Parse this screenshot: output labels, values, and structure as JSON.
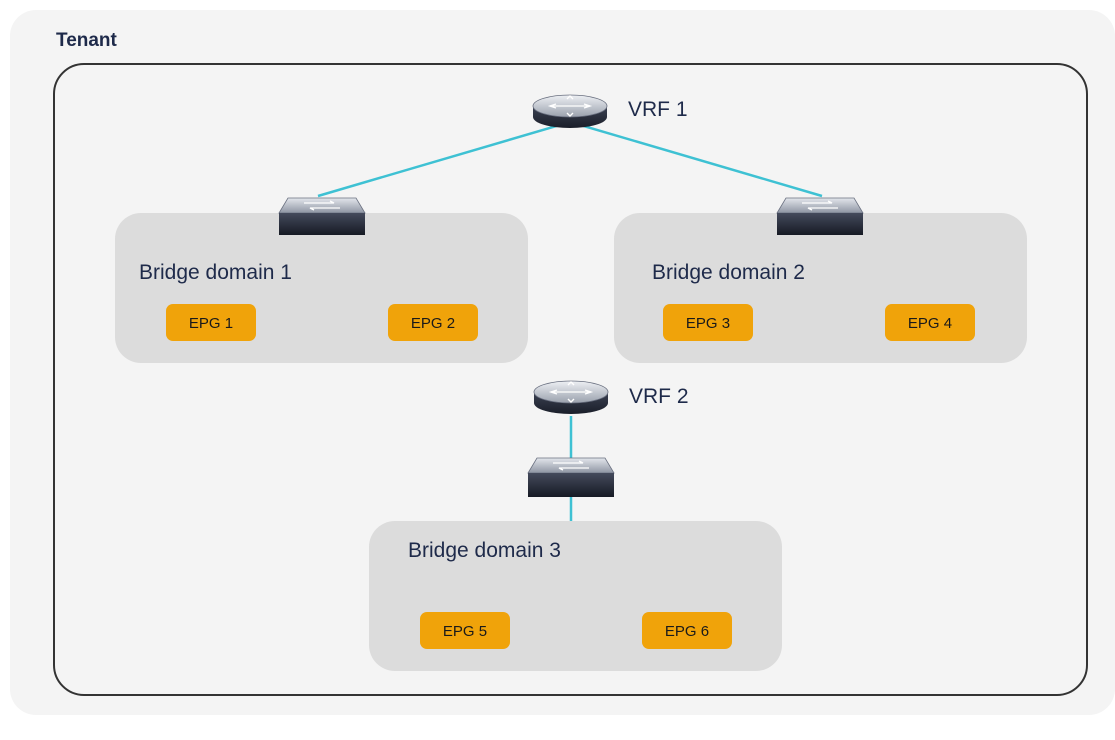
{
  "tenant": {
    "title": "Tenant"
  },
  "vrfs": [
    {
      "label": "VRF 1"
    },
    {
      "label": "VRF 2"
    }
  ],
  "bridge_domains": [
    {
      "label": "Bridge domain 1",
      "epgs": [
        "EPG 1",
        "EPG 2"
      ]
    },
    {
      "label": "Bridge domain 2",
      "epgs": [
        "EPG 3",
        "EPG 4"
      ]
    },
    {
      "label": "Bridge domain 3",
      "epgs": [
        "EPG 5",
        "EPG 6"
      ]
    }
  ],
  "colors": {
    "outer_background": "#f4f4f4",
    "tenant_border": "#333333",
    "bridge_domain_fill": "#dcdcdc",
    "epg_fill": "#f0a30a",
    "link": "#3ec1d3",
    "device_body": "#2a2f3f"
  },
  "icons": {
    "vrf": "router-icon",
    "bridge_domain": "switch-icon"
  }
}
